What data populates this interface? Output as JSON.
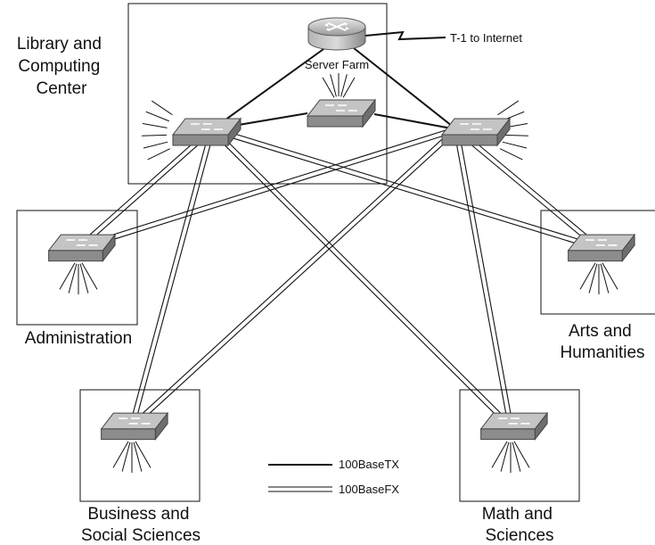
{
  "diagram": {
    "locations": {
      "library": {
        "lines": [
          "Library and",
          "Computing",
          "Center"
        ]
      },
      "administration": {
        "lines": [
          "Administration"
        ]
      },
      "arts": {
        "lines": [
          "Arts and",
          "Humanities"
        ]
      },
      "business": {
        "lines": [
          "Business and",
          "Social Sciences"
        ]
      },
      "math": {
        "lines": [
          "Math and",
          "Sciences"
        ]
      }
    },
    "server_farm_label": "Server Farm",
    "internet_label": "T-1 to Internet",
    "legend": {
      "solid_label": "100BaseTX",
      "double_label": "100BaseFX"
    },
    "devices": [
      "router",
      "server-farm-switch",
      "core-switch-left",
      "core-switch-right",
      "switch-administration",
      "switch-arts",
      "switch-business",
      "switch-math"
    ],
    "links": [
      {
        "from": "router",
        "to": "core-switch-left",
        "media": "100BaseTX"
      },
      {
        "from": "router",
        "to": "core-switch-right",
        "media": "100BaseTX"
      },
      {
        "from": "core-switch-left",
        "to": "server-farm-switch",
        "media": "100BaseTX"
      },
      {
        "from": "server-farm-switch",
        "to": "core-switch-right",
        "media": "100BaseTX"
      },
      {
        "from": "router",
        "to": "internet",
        "media": "T-1"
      },
      {
        "from": "core-switch-left",
        "to": "switch-administration",
        "media": "100BaseFX"
      },
      {
        "from": "core-switch-left",
        "to": "switch-arts",
        "media": "100BaseFX"
      },
      {
        "from": "core-switch-left",
        "to": "switch-business",
        "media": "100BaseFX"
      },
      {
        "from": "core-switch-left",
        "to": "switch-math",
        "media": "100BaseFX"
      },
      {
        "from": "core-switch-right",
        "to": "switch-administration",
        "media": "100BaseFX"
      },
      {
        "from": "core-switch-right",
        "to": "switch-arts",
        "media": "100BaseFX"
      },
      {
        "from": "core-switch-right",
        "to": "switch-business",
        "media": "100BaseFX"
      },
      {
        "from": "core-switch-right",
        "to": "switch-math",
        "media": "100BaseFX"
      }
    ],
    "colors": {
      "device_top": "#c4c4c4",
      "device_side": "#8c8c8c",
      "line": "#111111",
      "background": "#ffffff"
    }
  }
}
